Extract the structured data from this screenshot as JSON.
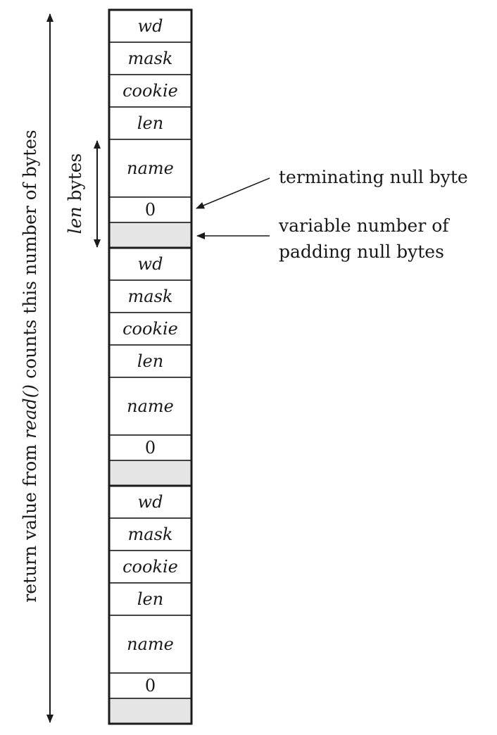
{
  "events": [
    {
      "fields": [
        "wd",
        "mask",
        "cookie",
        "len",
        "name",
        "0"
      ]
    },
    {
      "fields": [
        "wd",
        "mask",
        "cookie",
        "len",
        "name",
        "0"
      ]
    },
    {
      "fields": [
        "wd",
        "mask",
        "cookie",
        "len",
        "name",
        "0"
      ]
    }
  ],
  "colors": {
    "padding_fill": "#e5e5e5",
    "line": "#1a1a1a"
  },
  "labels": {
    "total_prefix": "return value from ",
    "total_func": "read()",
    "total_suffix": " counts this number of bytes",
    "len_italic": "len",
    "len_rest": " bytes",
    "terminating": "terminating null byte",
    "padding_line1": "variable number of",
    "padding_line2": "padding null bytes"
  }
}
